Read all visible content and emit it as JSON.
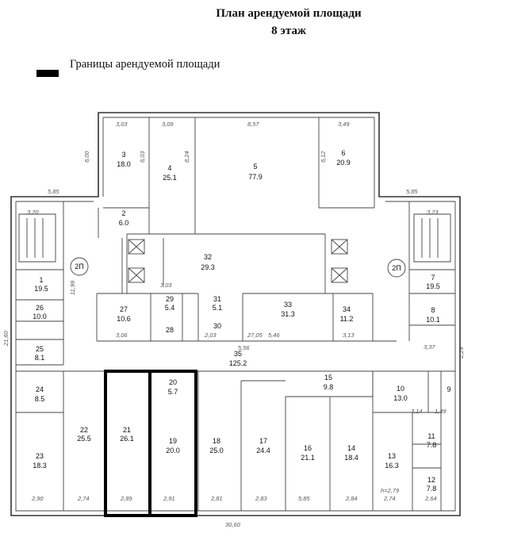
{
  "title": "План арендуемой площади",
  "subtitle": "8 этаж",
  "legend": {
    "label": "Границы арендуемой площади"
  },
  "rooms": [
    {
      "num": "1",
      "area": "19.5"
    },
    {
      "num": "2",
      "area": "6.0"
    },
    {
      "num": "3",
      "area": "18.0"
    },
    {
      "num": "4",
      "area": "25.1"
    },
    {
      "num": "5",
      "area": "77.9"
    },
    {
      "num": "6",
      "area": "20.9"
    },
    {
      "num": "7",
      "area": "19.5"
    },
    {
      "num": "8",
      "area": "10.1"
    },
    {
      "num": "9",
      "area": ""
    },
    {
      "num": "10",
      "area": "13.0"
    },
    {
      "num": "11",
      "area": "7.8"
    },
    {
      "num": "12",
      "area": "7.8"
    },
    {
      "num": "13",
      "area": "16.3"
    },
    {
      "num": "14",
      "area": "18.4"
    },
    {
      "num": "15",
      "area": "9.8"
    },
    {
      "num": "16",
      "area": "21.1"
    },
    {
      "num": "17",
      "area": "24.4"
    },
    {
      "num": "18",
      "area": "25.0"
    },
    {
      "num": "19",
      "area": "20.0"
    },
    {
      "num": "20",
      "area": "5.7"
    },
    {
      "num": "21",
      "area": "26.1"
    },
    {
      "num": "22",
      "area": "25.5"
    },
    {
      "num": "23",
      "area": "18.3"
    },
    {
      "num": "24",
      "area": "8.5"
    },
    {
      "num": "25",
      "area": "8.1"
    },
    {
      "num": "26",
      "area": "10.0"
    },
    {
      "num": "27",
      "area": "10.6"
    },
    {
      "num": "28",
      "area": ""
    },
    {
      "num": "29",
      "area": "5.4"
    },
    {
      "num": "30",
      "area": ""
    },
    {
      "num": "31",
      "area": "5.1"
    },
    {
      "num": "32",
      "area": "29.3"
    },
    {
      "num": "33",
      "area": "31.3"
    },
    {
      "num": "34",
      "area": "11.2"
    },
    {
      "num": "35",
      "area": "125.2"
    }
  ],
  "stairs": [
    "2П",
    "2П"
  ],
  "dimensions": [
    "3,03",
    "3,09",
    "8,57",
    "3,49",
    "6,00",
    "6,03",
    "8,24",
    "6,12",
    "5,85",
    "5,85",
    "3,20",
    "3,23",
    "11,99",
    "21,60",
    "3,03",
    "27,05",
    "5,56",
    "2,29",
    "5,46",
    "2,90",
    "2,74",
    "2,89",
    "2,91",
    "2,81",
    "2,83",
    "5,85",
    "2,84",
    "2,74",
    "2,64",
    "30,60",
    "h=2,79",
    "3,13",
    "3,37",
    "1,49",
    "3,06",
    "2,03",
    "3,14"
  ]
}
